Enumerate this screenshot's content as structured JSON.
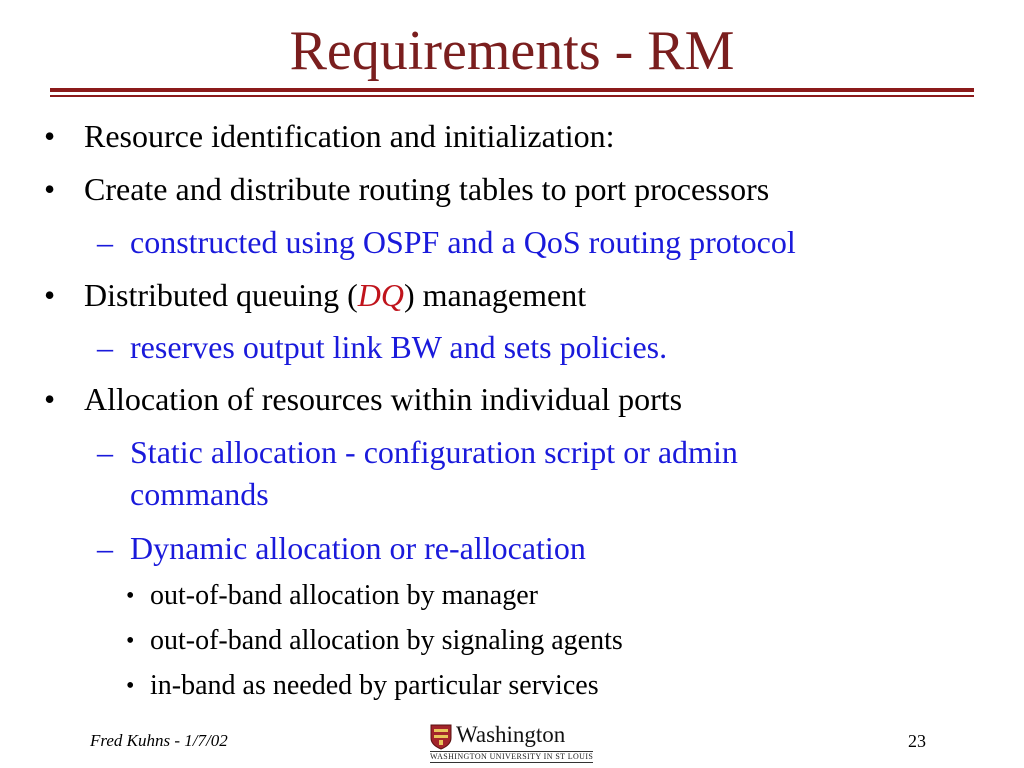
{
  "slide": {
    "title": "Requirements - RM",
    "bullets": [
      {
        "text": "Resource identification and initialization:"
      },
      {
        "text": "Create and distribute routing tables to port processors"
      },
      {
        "text": "constructed using OSPF and a QoS routing protocol"
      },
      {
        "text_before": "Distributed queuing (",
        "emphasis": "DQ",
        "text_after": ") management"
      },
      {
        "text": "reserves output link BW and sets policies."
      },
      {
        "text": "Allocation of resources within individual ports"
      },
      {
        "line1": "Static allocation - configuration script or admin",
        "line2": "commands"
      },
      {
        "text": "Dynamic allocation or re-allocation"
      },
      {
        "text": "out-of-band allocation by manager"
      },
      {
        "text": "out-of-band allocation by signaling agents"
      },
      {
        "text": "in-band as needed by particular services"
      }
    ],
    "markers": {
      "level1": "•",
      "level2": "–",
      "level3": "•"
    }
  },
  "footer": {
    "author_date": "Fred Kuhns - 1/7/02",
    "logo_name": "Washington",
    "logo_subtitle": "WASHINGTON UNIVERSITY IN ST LOUIS",
    "page_number": "23"
  },
  "colors": {
    "title": "#7a1e1e",
    "rule": "#8b1a1a",
    "sub_bullet": "#1a1adb",
    "emphasis": "#c0141c"
  }
}
